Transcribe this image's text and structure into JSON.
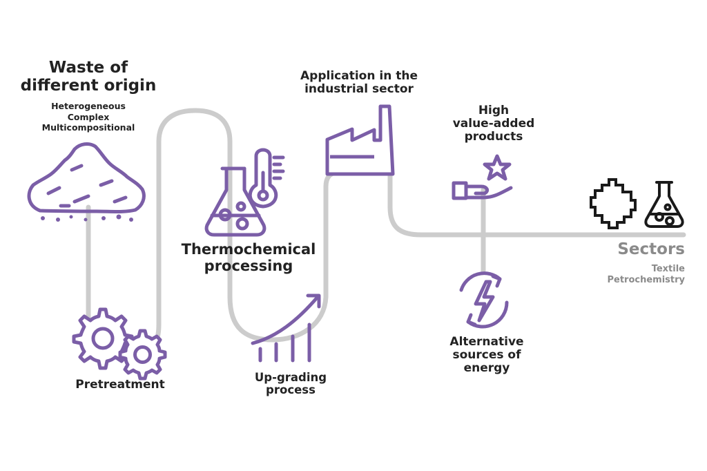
{
  "colors": {
    "accent": "#7b5ea7",
    "path": "#cccccc",
    "text": "#222222",
    "muted": "#8a8a8a",
    "icon_dark": "#1a1a1a"
  },
  "waste": {
    "title_line1": "Waste of",
    "title_line2": "different origin",
    "sub1": "Heterogeneous",
    "sub2": "Complex",
    "sub3": "Multicompositional"
  },
  "thermo": {
    "line1": "Thermochemical",
    "line2": "processing"
  },
  "pretreatment": {
    "label": "Pretreatment"
  },
  "upgrading": {
    "line1": "Up-grading",
    "line2": "process"
  },
  "application": {
    "line1": "Application in the",
    "line2": "industrial sector"
  },
  "high_value": {
    "line1": "High",
    "line2": "value-added",
    "line3": "products"
  },
  "alternative": {
    "line1": "Alternative",
    "line2": "sources of",
    "line3": "energy"
  },
  "sectors": {
    "title": "Sectors",
    "sub1": "Textile",
    "sub2": "Petrochemistry"
  },
  "icons": [
    "waste-pile-icon",
    "gears-icon",
    "flask-icon",
    "thermometer-icon",
    "growth-chart-icon",
    "factory-icon",
    "star-hand-icon",
    "energy-cycle-icon",
    "textile-patch-icon",
    "chemistry-flask-icon"
  ]
}
